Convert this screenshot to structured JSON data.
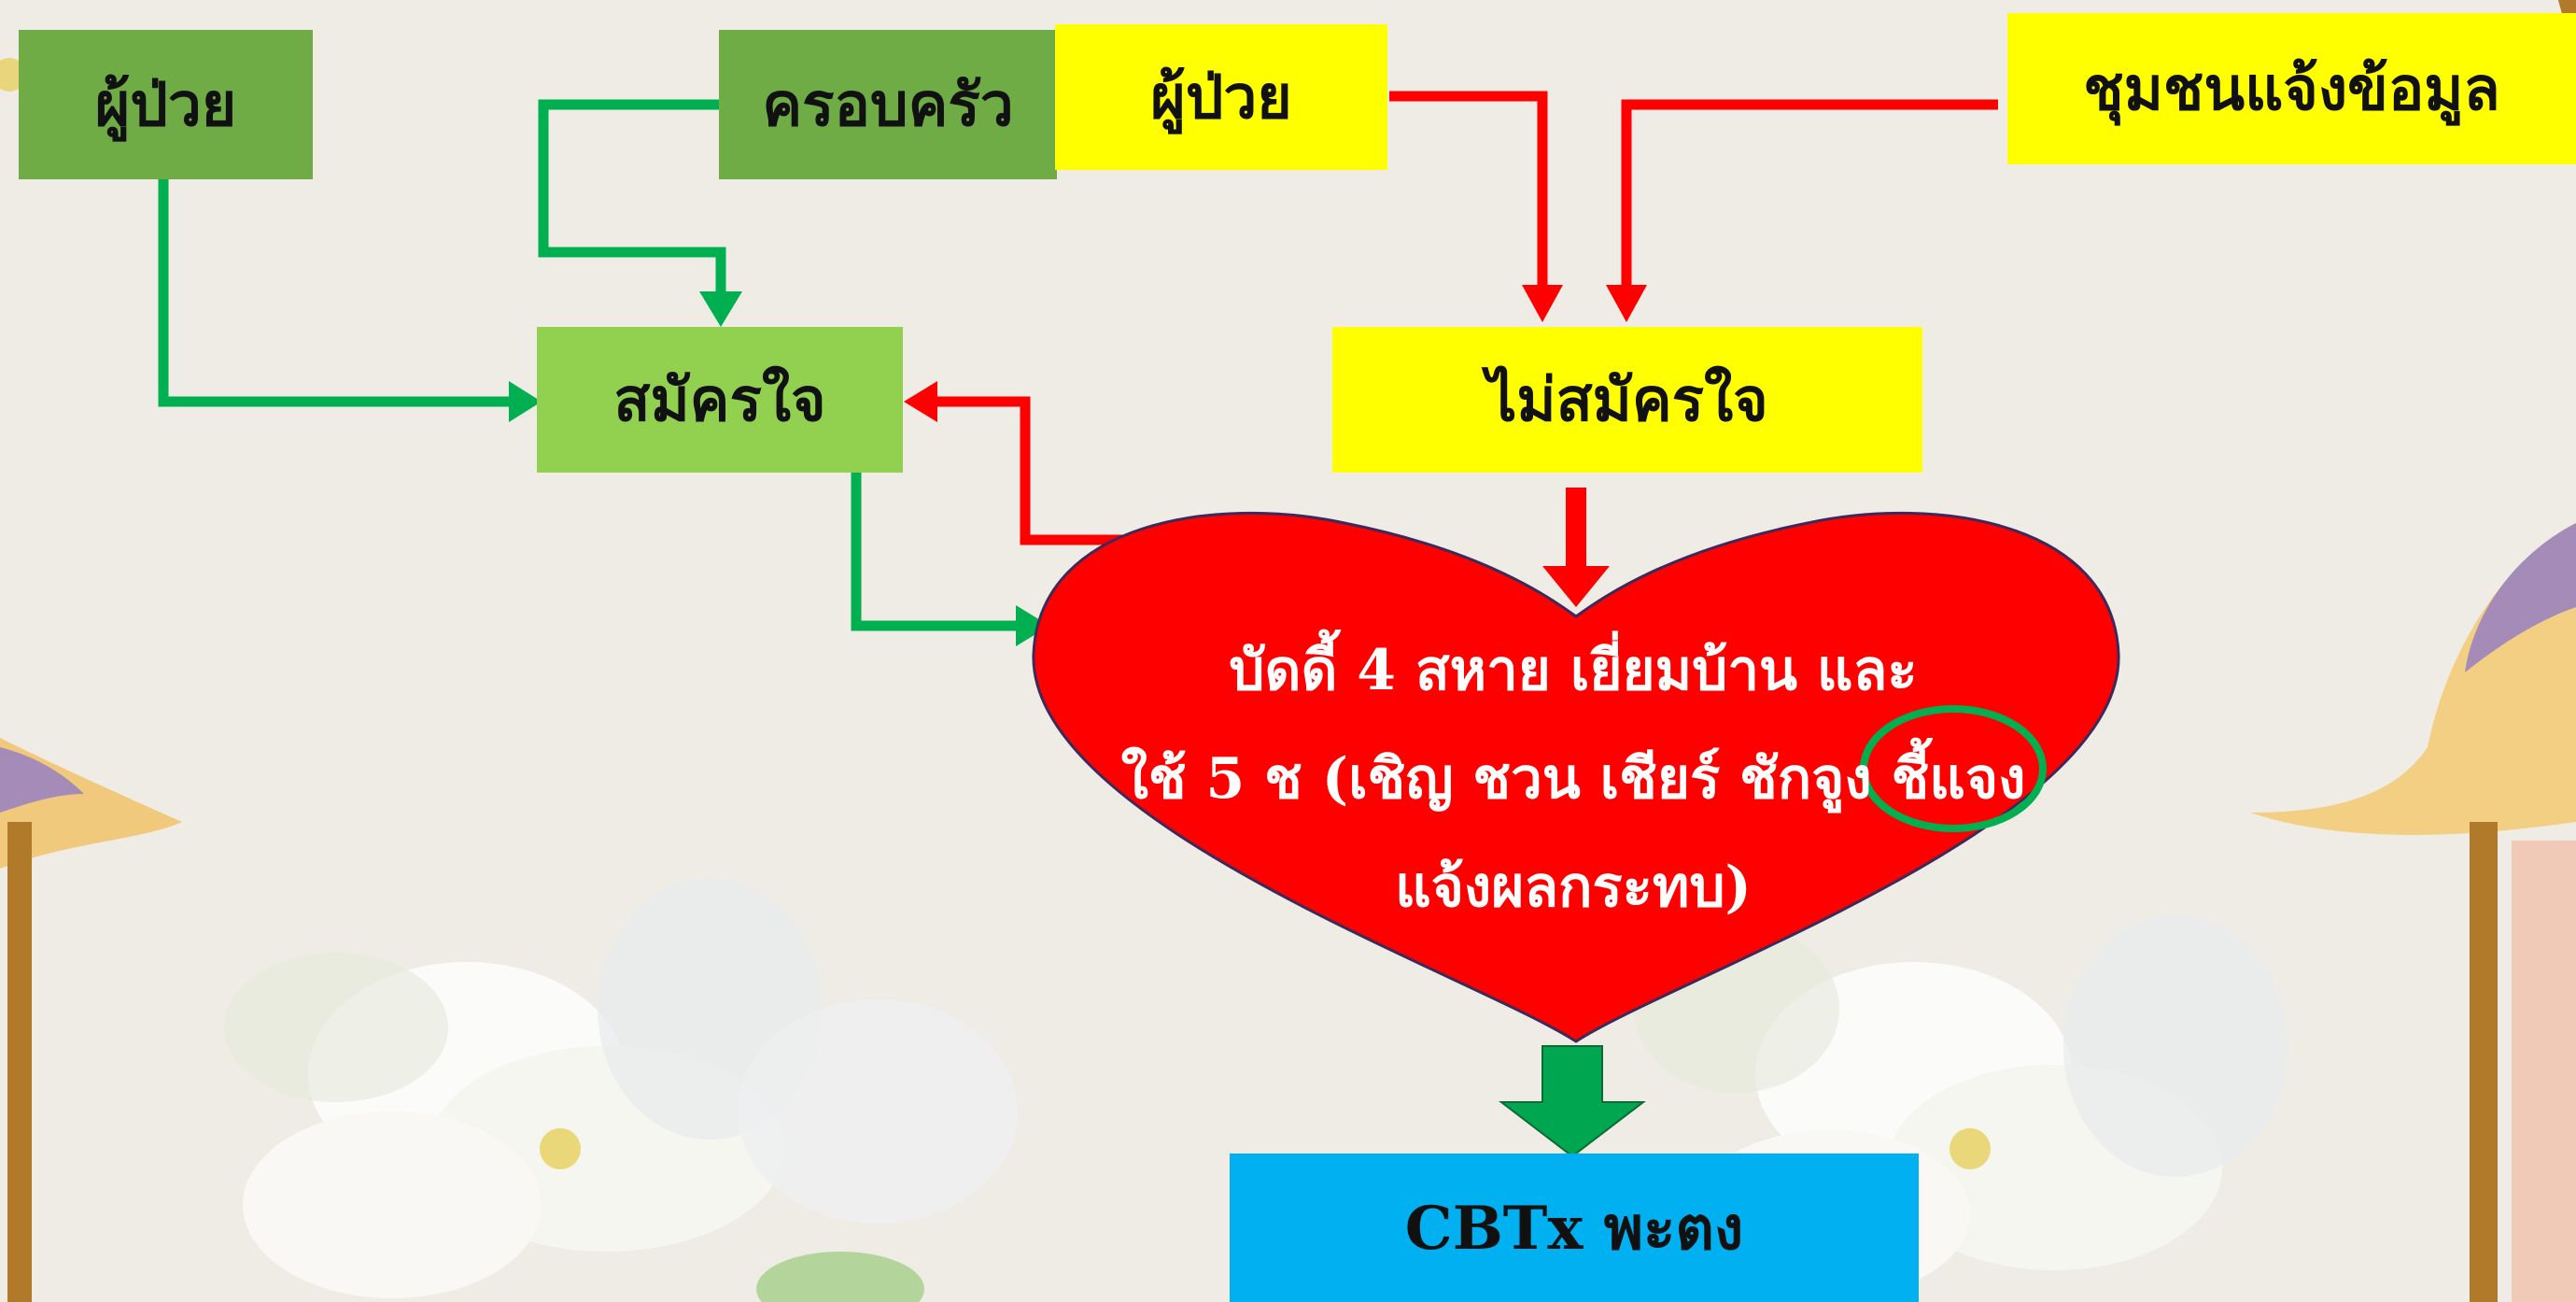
{
  "nodes": {
    "patient_left": "ผู้ป่วย",
    "family": "ครอบครัว",
    "patient_right": "ผู้ป่วย",
    "community": "ชุมชนแจ้งข้อมูล",
    "voluntary": "สมัครใจ",
    "involuntary": "ไม่สมัครใจ",
    "cbtx": "CBTx พะตง"
  },
  "heart": {
    "line1": "บัดดี้ 4 สหาย เยี่ยมบ้าน และ",
    "line2": "ใช้ 5 ช (เชิญ ชวน  เชียร์ ชักจูง  ชี้แจง",
    "line3": "แจ้งผลกระทบ)"
  },
  "colors": {
    "green_arrow": "#00b050",
    "red_arrow": "#ff0000",
    "heart_fill": "#ff0000",
    "cbtx_fill": "#00b0f0",
    "yellow_fill": "#ffff00",
    "dark_green_fill": "#6fac46",
    "light_green_fill": "#92d050"
  }
}
